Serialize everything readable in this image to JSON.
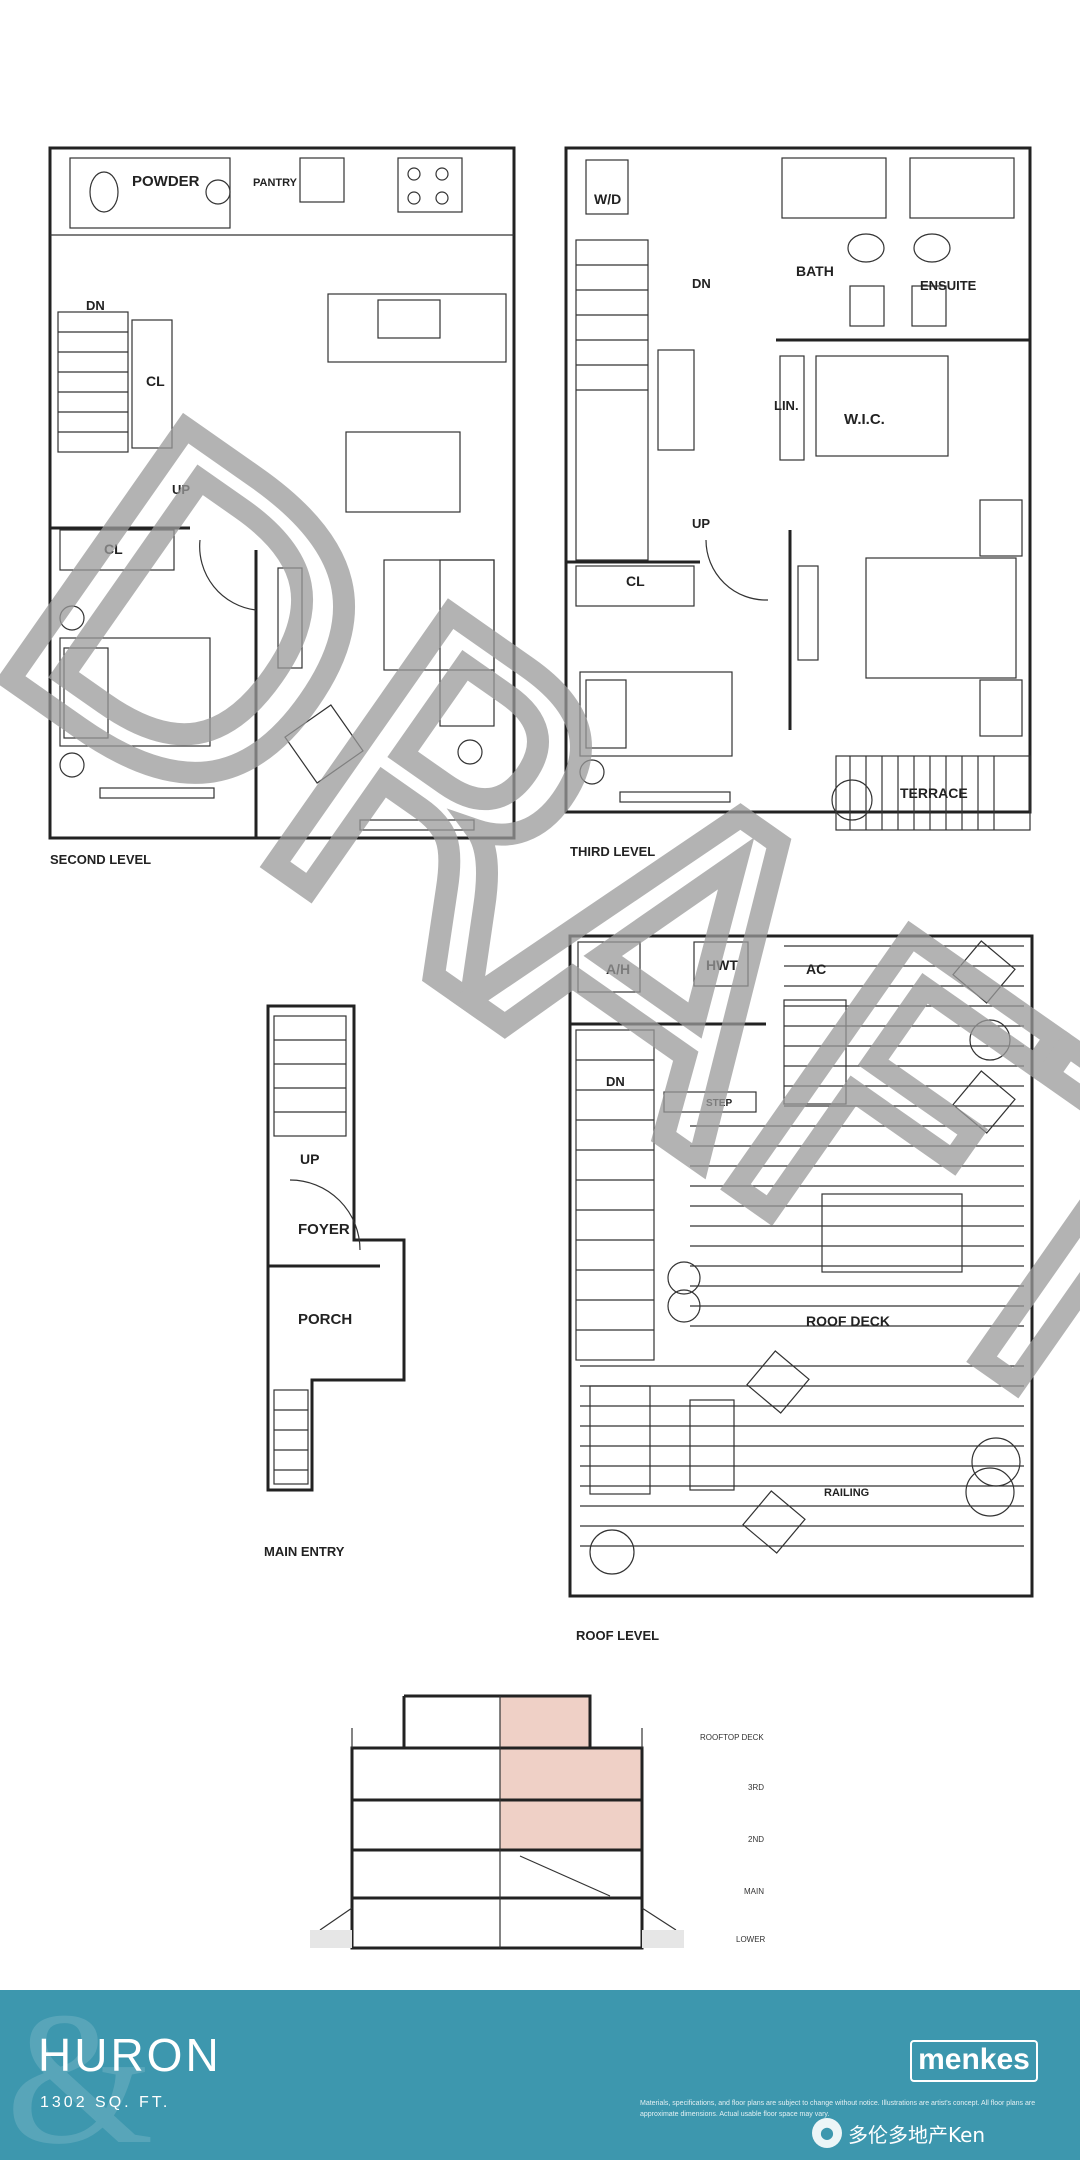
{
  "rooms": {
    "powder": "POWDER",
    "pantry": "PANTRY",
    "dn_second": "DN",
    "cl_second_a": "CL",
    "up_second": "UP",
    "cl_second_b": "CL",
    "wd": "W/D",
    "bath": "BATH",
    "ensuite": "ENSUITE",
    "dn_third": "DN",
    "lin": "LIN.",
    "wic": "W.I.C.",
    "up_third": "UP",
    "cl_third": "CL",
    "terrace": "TERRACE",
    "ah": "A/H",
    "hwt": "HWT",
    "ac": "AC",
    "dn_roof": "DN",
    "step": "STEP",
    "roof_deck": "ROOF DECK",
    "railing": "RAILING",
    "up_main": "UP",
    "foyer": "FOYER",
    "porch": "PORCH"
  },
  "levels": {
    "second": "SECOND LEVEL",
    "third": "THIRD LEVEL",
    "main_entry": "MAIN ENTRY",
    "roof": "ROOF LEVEL"
  },
  "section": {
    "rooftop": "ROOFTOP DECK",
    "third": "3RD",
    "second": "2ND",
    "main": "MAIN",
    "lower": "LOWER",
    "highlight_color": "#efd0c6"
  },
  "watermark": {
    "text": "DRAFT",
    "color": "#9a9a9a"
  },
  "footer": {
    "brand": "HURON",
    "sqft": "1302 SQ. FT.",
    "logo": "menkes",
    "disclaimer": "Materials, specifications, and floor plans are subject to change without notice. Illustrations are artist's concept. All floor plans are approximate dimensions. Actual usable floor space may vary.",
    "wechat_label": "多伦多地产Ken",
    "bg_color": "#3d97ae"
  }
}
